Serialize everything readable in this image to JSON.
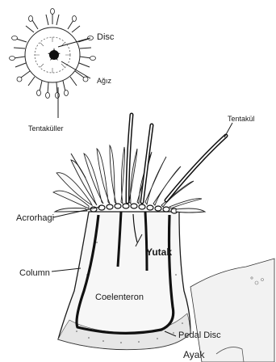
{
  "labels": {
    "disc": "Disc",
    "agiz": "Ağız",
    "tentakuller": "Tentaküller",
    "tentakul": "Tentakül",
    "acrorhagi": "Acrorhagi",
    "yutak": "Yutak",
    "column": "Column",
    "coelenteron": "Coelenteron",
    "pedal_disc": "Pedal Disc",
    "ayak": "Ayak"
  }
}
